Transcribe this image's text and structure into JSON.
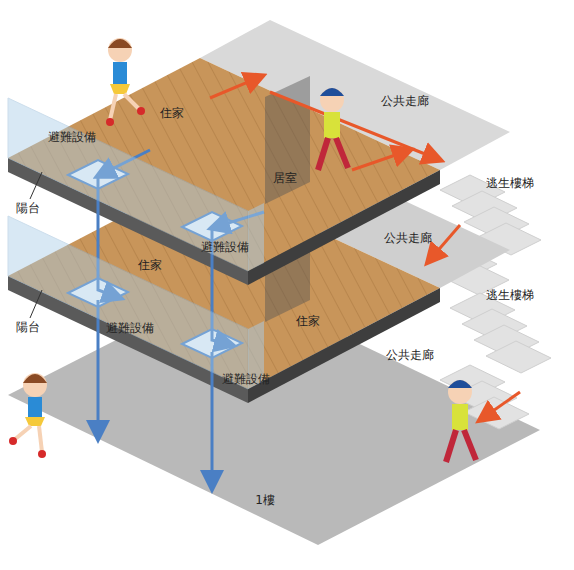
{
  "diagram": {
    "labels": [
      "住家",
      "居室",
      "公共走廊",
      "逃生樓梯",
      "避難設備",
      "陽台",
      "避難設備",
      "公共走廊",
      "住家",
      "逃生樓梯",
      "陽台",
      "住家",
      "避難設備",
      "公共走廊",
      "避難設備",
      "1樓"
    ]
  }
}
